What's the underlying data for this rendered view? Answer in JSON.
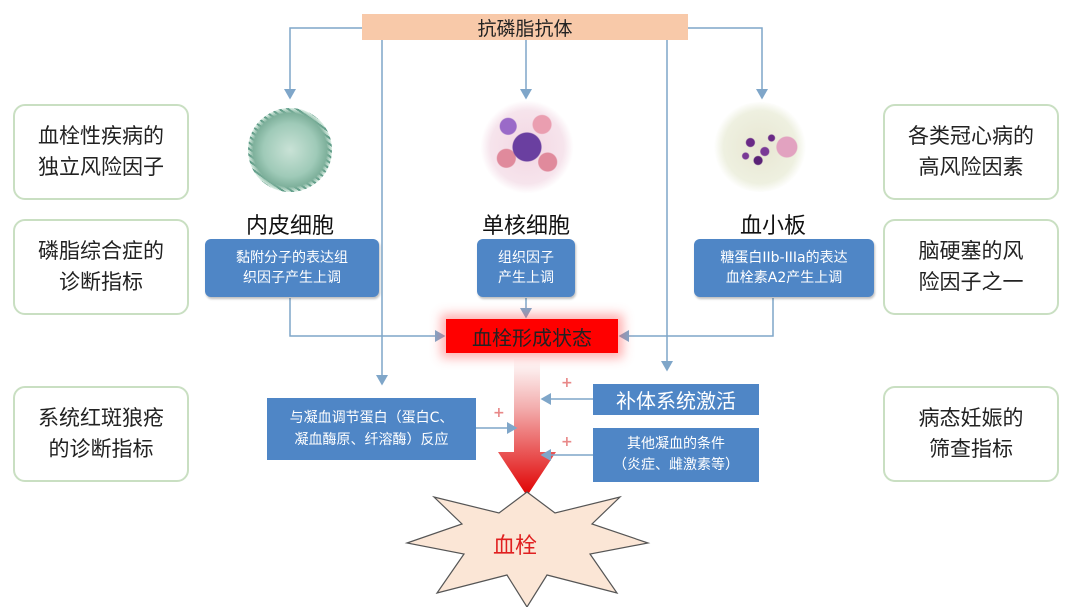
{
  "title": "抗磷脂抗体",
  "left_boxes": [
    "血栓性疾病的\n独立风险因子",
    "磷脂综合症的\n诊断指标",
    "系统红斑狼疮\n的诊断指标"
  ],
  "right_boxes": [
    "各类冠心病的\n高风险因素",
    "脑硬塞的风\n险因子之一",
    "病态妊娠的\n筛查指标"
  ],
  "cells": [
    {
      "label": "内皮细胞",
      "desc": "黏附分子的表达组\n织因子产生上调",
      "icon": "endothelial-cell-icon"
    },
    {
      "label": "单核细胞",
      "desc": "组织因子\n产生上调",
      "icon": "monocyte-cell-icon"
    },
    {
      "label": "血小板",
      "desc": "糖蛋白IIb-IIIa的表达\n血栓素A2产生上调",
      "icon": "platelet-cell-icon"
    }
  ],
  "state_label": "血栓形成状态",
  "coag_box": "与凝血调节蛋白（蛋白C、\n凝血酶原、纤溶酶）反应",
  "complement_box": "补体系统激活",
  "other_box": "其他凝血的条件\n（炎症、雌激素等）",
  "result": "血栓",
  "plus_sign": "+",
  "colors": {
    "title_bg": "#f8c9a9",
    "blue": "#4f86c6",
    "red": "#ff0000",
    "side_border": "#c9dfc2",
    "arrow": "#7fa6c9"
  }
}
